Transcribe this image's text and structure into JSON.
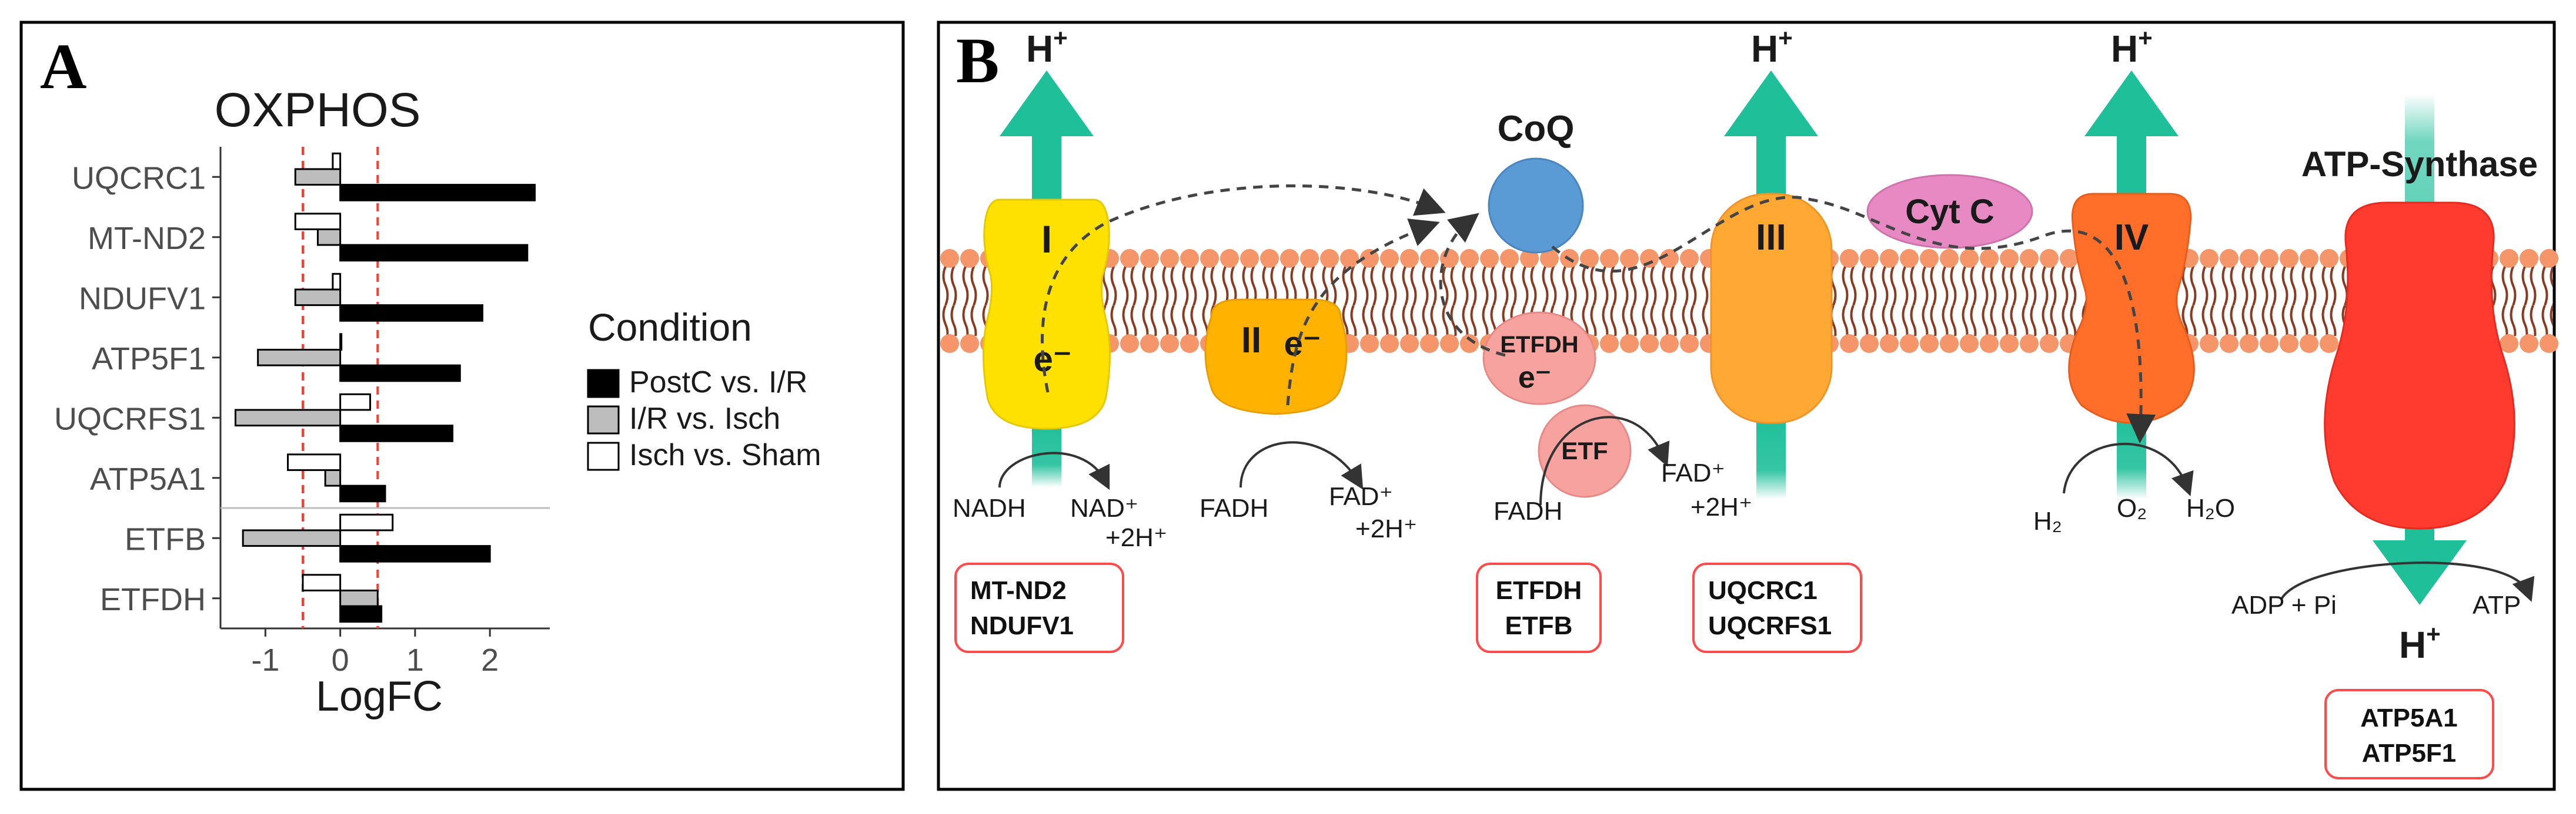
{
  "panel_a": {
    "letter": "A",
    "chart_data": {
      "type": "bar",
      "orientation": "horizontal",
      "title": "OXPHOS",
      "xlabel": "LogFC",
      "ylabel": "",
      "xlim": [
        -1.6,
        2.8
      ],
      "xticks": [
        -1,
        0,
        1,
        2
      ],
      "xtick_labels": [
        "-1",
        "0",
        "1",
        "2"
      ],
      "threshold_lines": [
        -0.5,
        0.5
      ],
      "threshold_color": "#ff3b30",
      "categories": [
        "UQCRC1",
        "MT-ND2",
        "NDUFV1",
        "ATP5F1",
        "UQCRFS1",
        "ATP5A1",
        "ETFB",
        "ETFDH"
      ],
      "separator_after_index": 5,
      "legend_title": "Condition",
      "legend_position": "right",
      "series": [
        {
          "name": "PostC vs. I/R",
          "color": "#000000",
          "values": [
            2.6,
            2.5,
            1.9,
            1.6,
            1.5,
            0.6,
            2.0,
            0.55
          ]
        },
        {
          "name": "I/R vs. Isch",
          "color": "#bdbdbd",
          "values": [
            -0.6,
            -0.3,
            -0.6,
            -1.1,
            -1.4,
            -0.2,
            -1.3,
            0.5
          ]
        },
        {
          "name": "Isch vs. Sham",
          "color": "#ffffff",
          "values": [
            -0.1,
            -0.6,
            -0.1,
            0.0,
            0.4,
            -0.7,
            0.7,
            -0.5
          ]
        }
      ]
    }
  },
  "panel_b": {
    "letter": "B",
    "proton": "H",
    "proton_sup": "+",
    "complexes": {
      "c1": "I",
      "c2": "II",
      "c3": "III",
      "c4": "IV",
      "coq": "CoQ",
      "cytc": "Cyt C",
      "atp_synthase": "ATP-Synthase",
      "etfdh": "ETFDH",
      "etf": "ETF",
      "electron": "e⁻"
    },
    "reactions": {
      "nadh": "NADH",
      "nad": "NAD⁺",
      "nad_h": "+2H⁺",
      "fadh_2": "FADH",
      "fad_2": "FAD⁺",
      "fad_2_h": "+2H⁺",
      "fadh_etf": "FADH",
      "fad_etf": "FAD⁺",
      "fad_etf_h": "+2H⁺",
      "h2": "H₂",
      "o2": "O₂",
      "h2o": "H₂O",
      "adp": "ADP + Pi",
      "atp": "ATP"
    },
    "gene_boxes": {
      "complex1": [
        "MT-ND2",
        "NDUFV1"
      ],
      "etf": [
        "ETFDH",
        "ETFB"
      ],
      "complex3": [
        "UQCRC1",
        "UQCRFS1"
      ],
      "atp": [
        "ATP5A1",
        "ATP5F1"
      ]
    },
    "colors": {
      "membrane": "#f4956a",
      "tail": "#8b3a22",
      "arrow": "#1fbf9a",
      "complex1": "#ffe100",
      "complex2": "#ffb300",
      "complex3": "#ffa834",
      "complex4": "#ff6f2a",
      "atp": "#ff3b2f",
      "coq": "#5b9bd5",
      "cytc": "#e78ac3",
      "etf": "#f6a3a0",
      "box_border": "#ff4b4b"
    }
  }
}
